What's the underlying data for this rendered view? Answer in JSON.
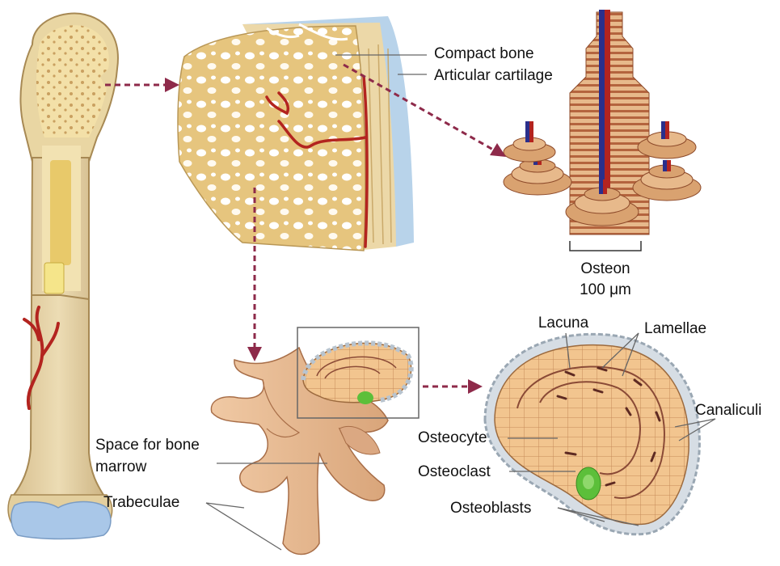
{
  "labels": {
    "compact_bone": "Compact bone",
    "articular_cartilage": "Articular cartilage",
    "osteon": "Osteon",
    "scale": "100 μm",
    "lacuna": "Lacuna",
    "lamellae": "Lamellae",
    "canaliculi": "Canaliculi",
    "osteocyte": "Osteocyte",
    "osteoclast": "Osteoclast",
    "osteoblasts": "Osteoblasts",
    "space_for_marrow_line1": "Space for bone",
    "space_for_marrow_line2": "marrow",
    "trabeculae": "Trabeculae"
  },
  "colors": {
    "bone_tan": "#e8cf94",
    "spongy_fill": "#f3e0a8",
    "cartilage_blue": "#a9c7e8",
    "vessel_red": "#b3241f",
    "osteon_blue": "#2a2f8c",
    "lamella_ring": "#c98b5e",
    "trabecula_skin": "#e3b891",
    "osteoclast_green": "#5cbf3a",
    "osteoblast_grey": "#b8c4cf",
    "arrow": "#8e2a4a"
  }
}
